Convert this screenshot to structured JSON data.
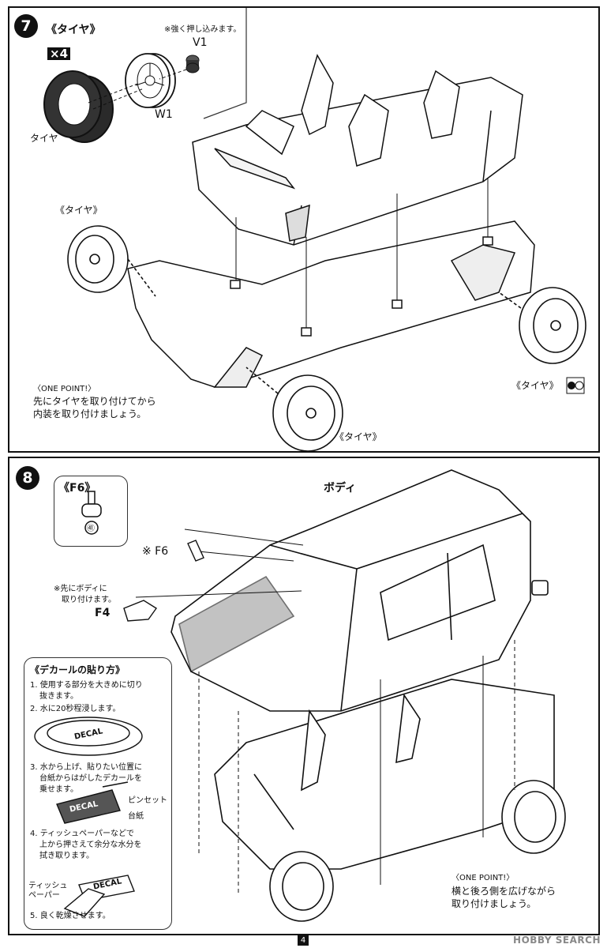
{
  "step7": {
    "number": "7",
    "tire_title": "《タイヤ》",
    "multiplier": "×4",
    "note_press": "※強く押し込みます。",
    "part_v1": "V1",
    "part_w1": "W1",
    "tire_label": "タイヤ",
    "tire_left": "《タイヤ》",
    "tire_right": "《タイヤ》",
    "tire_bottom": "《タイヤ》",
    "one_point_title": "〈ONE POINT!〉",
    "one_point_line1": "先にタイヤを取り付けてから",
    "one_point_line2": "内装を取り付けましょう。"
  },
  "step8": {
    "number": "8",
    "f6_title": "《F6》",
    "f6_part_num": "㊶",
    "body_label": "ボディ",
    "f6_label": "※ F6",
    "note_first_line1": "※先にボディに",
    "note_first_line2": "取り付けます。",
    "f4_label": "F4",
    "decal": {
      "title": "《デカールの貼り方》",
      "step1_line1": "1. 使用する部分を大きめに切り",
      "step1_line2": "抜きます。",
      "step2": "2. 水に20秒程浸します。",
      "step3_line1": "3. 水から上げ、貼りたい位置に",
      "step3_line2": "台紙からはがしたデカールを",
      "step3_line3": "乗せます。",
      "tweezers": "ピンセット",
      "backing": "台紙",
      "step4_line1": "4. ティッシュペーパーなどで",
      "step4_line2": "上から押さえて余分な水分を",
      "step4_line3": "拭き取ります。",
      "tissue_line1": "ティッシュ",
      "tissue_line2": "ペーパー",
      "step5": "5. 良く乾燥させます。",
      "dish_text": "DECAL",
      "sheet_text": "DECAL",
      "tissue_sheet_text": "DECAL"
    },
    "one_point_title": "〈ONE POINT!〉",
    "one_point_line1": "横と後ろ側を広げながら",
    "one_point_line2": "取り付けましょう。"
  },
  "page_number": "4",
  "watermark": "HOBBY SEARCH"
}
